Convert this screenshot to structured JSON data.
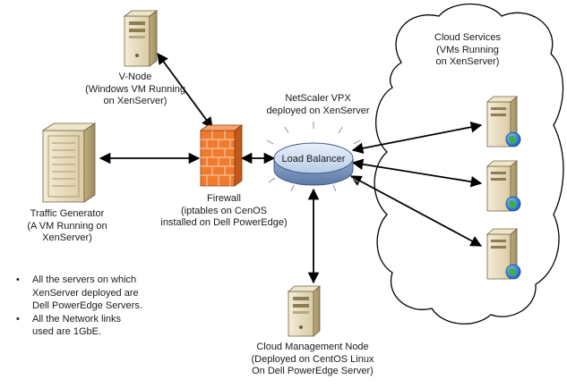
{
  "nodes": {
    "vnode": {
      "lines": [
        "V-Node",
        "(Windows VM Running",
        "on XenServer)"
      ]
    },
    "traffic_generator": {
      "lines": [
        "Traffic Generator",
        "(A VM Running on",
        "XenServer)"
      ]
    },
    "firewall": {
      "lines": [
        "Firewall",
        "(iptables on CenOS",
        "installed on Dell PowerEdge)"
      ]
    },
    "load_balancer": {
      "heading": [
        "NetScaler VPX",
        "deployed on XenServer"
      ],
      "label": "Load Balancer"
    },
    "cloud_services": {
      "lines": [
        "Cloud Services",
        "(VMs Running",
        "on XenServer)"
      ]
    },
    "management_node": {
      "lines": [
        "Cloud Management Node",
        "(Deployed on CentOS Linux",
        "On Dell PowerEdge Server)"
      ]
    }
  },
  "notes": [
    {
      "lines": [
        "All the servers on which",
        "XenServer deployed are",
        "Dell PowerEdge Servers."
      ]
    },
    {
      "lines": [
        "All the Network links",
        "used are 1GbE."
      ]
    }
  ]
}
